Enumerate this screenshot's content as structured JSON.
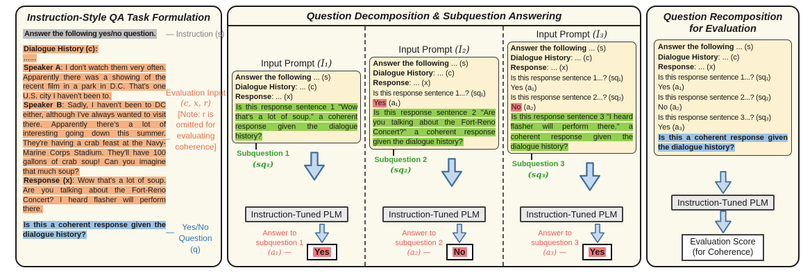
{
  "colors": {
    "panel_bg": "#fbf9ec",
    "prompt_box_bg": "#fcf1d0",
    "highlight_green": "#92d050",
    "highlight_pink": "#f4787e",
    "highlight_orange": "#f5b183",
    "highlight_gray": "#bfbfbf",
    "highlight_blue": "#9dc3e6",
    "arrow_fill": "#c5d9ee",
    "arrow_stroke": "#41719c",
    "green_text": "#35a02e",
    "red_text": "#f4555a",
    "orange_text": "#e8724c",
    "blue_text": "#2e75b6",
    "gray_text": "#7f7f7f"
  },
  "left": {
    "title": "Instruction-Style QA Task Formulation",
    "instruction": "Answer the following yes/no question.",
    "instruction_dash": "—",
    "instruction_annotation": "Instruction (s)",
    "dialogue_label": "Dialogue History (c):",
    "dots": "......",
    "speaker_a_bold": "Speaker A",
    "speaker_a_text": ": I don't watch them very often. Apparently there was a showing of the recent film in a park in D.C. That's one U.S. city I haven't been to.",
    "speaker_b_bold": "Speaker B",
    "speaker_b_text": ": Sadly, I haven't been to DC either, although I've always wanted to visit there. Apparently there's a lot of interesting going down this summer. They're having a crab feast at the Navy-Marine Corps Stadium. They'll have 100 gallons of crab soup! Can you imagine that much soup?",
    "response_bold": "Response (x)",
    "response_text": ": Wow that's a lot of soup. Are you talking about the Fort-Reno Concert? I heard flasher will perform there.",
    "eval_line1": "Evaluation Input",
    "eval_line2": "(c, x, r)",
    "eval_note": "[Note: r is omitted for evaluating coherence]",
    "eval_dash": "—",
    "question": "Is this a coherent response given the dialogue history?",
    "q_dash": "—",
    "q_annotation_1": "Yes/No",
    "q_annotation_2": "Question (q)"
  },
  "middle": {
    "title": "Question Decomposition & Subquestion Answering",
    "common": {
      "answer_bold": "Answer the following",
      "answer_rest": " ... (s)",
      "history_bold": "Dialogue History",
      "history_rest": ": ... (c)",
      "response_bold": "Response",
      "response_rest": ": ... (x)",
      "plm": "Instruction-Tuned PLM"
    },
    "columns": [
      {
        "label": "Input Prompt",
        "label_var": "(I₁)",
        "subq_text": "Is this response sentence 1 \"Wow that's a lot of soup.\" a coherent response given the dialogue history?",
        "subq_name": "Subquestion 1",
        "subq_var": "(sq₁)",
        "ans_line1": "Answer to",
        "ans_line2": "subquestion 1",
        "ans_var": "(a₁) —",
        "answer": "Yes"
      },
      {
        "label": "Input Prompt",
        "label_var": "(I₂)",
        "prior_q1": "Is this response sentence 1...? (sq₁)",
        "prior_a1_hl": "Yes",
        "prior_a1_rest": " (a₁)",
        "subq_text": "Is this response sentence 2 \"Are you talking about the Fort-Reno Concert?\" a coherent response given the dialogue history?",
        "subq_name": "Subquestion 2",
        "subq_var": "(sq₂)",
        "ans_line1": "Answer to",
        "ans_line2": "subquestion 2",
        "ans_var": "(a₂) —",
        "answer": "No"
      },
      {
        "label": "Input Prompt",
        "label_var": "(I₃)",
        "prior_q1": "Is this response sentence 1...? (sq₁)",
        "prior_a1": "Yes (a₁)",
        "prior_q2": "Is this response sentence 2...? (sq₂)",
        "prior_a2_hl": "No",
        "prior_a2_rest": " (a₂)",
        "subq_text": "Is this response sentence 3 \"I heard flasher will perform there.\" a coherent response given the dialogue history?",
        "subq_name": "Subquestion 3",
        "subq_var": "(sq₃)",
        "ans_line1": "Answer to",
        "ans_line2": "subquestion 3",
        "ans_var": "(a₃) —",
        "answer": "Yes"
      }
    ]
  },
  "right": {
    "title_1": "Question Recomposition",
    "title_2": "for Evaluation",
    "box": {
      "answer_bold": "Answer the following",
      "answer_rest": " ... (s)",
      "history_bold": "Dialogue History",
      "history_rest": ": ... (c)",
      "response_bold": "Response",
      "response_rest": ": ... (x)",
      "qa": [
        "Is this response sentence 1...? (sq₁)",
        "Yes (a₁)",
        "Is this response sentence 2...? (sq₂)",
        "No (a₂)",
        "Is this response sentence 3...? (sq₃)",
        "Yes (a₃)"
      ],
      "question": "Is this a coherent response given the dialogue history?"
    },
    "plm": "Instruction-Tuned PLM",
    "score_1": "Evaluation Score",
    "score_2": "(for Coherence)"
  }
}
